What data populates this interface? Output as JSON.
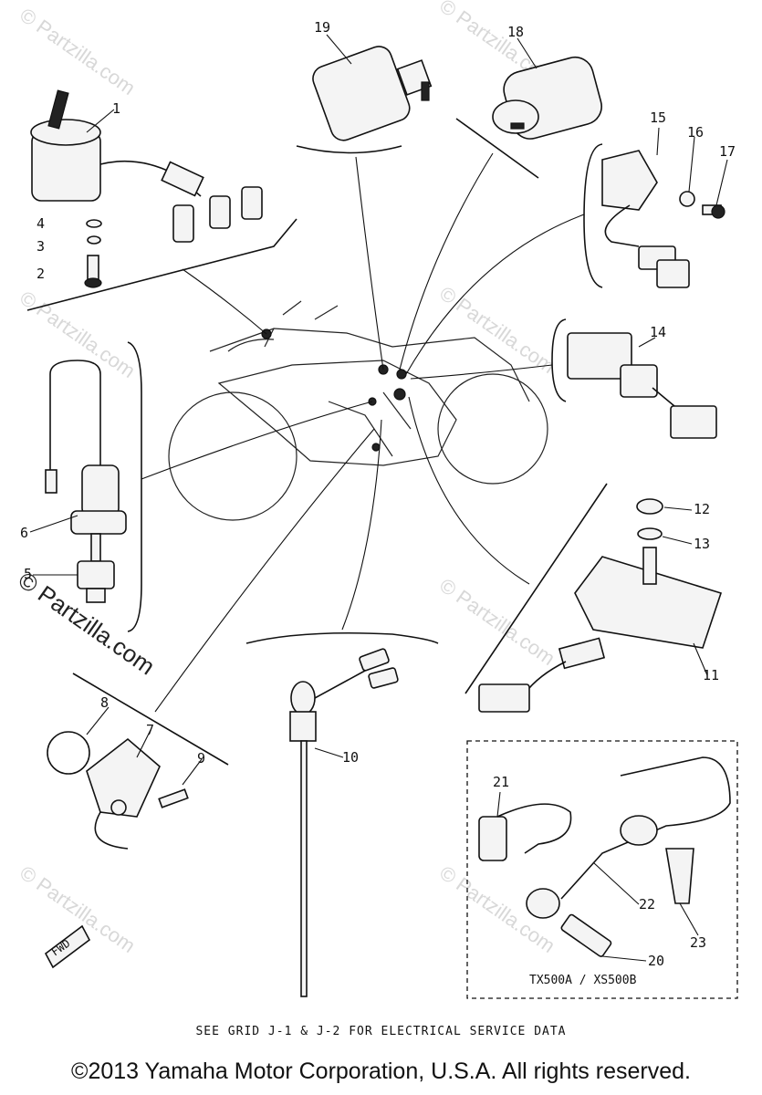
{
  "diagram": {
    "watermark": "© Partzilla.com",
    "watermark_side": "© Partzilla.com",
    "callouts": [
      "1",
      "2",
      "3",
      "4",
      "5",
      "6",
      "7",
      "8",
      "9",
      "10",
      "11",
      "12",
      "13",
      "14",
      "15",
      "16",
      "17",
      "18",
      "19",
      "20",
      "21",
      "22",
      "23"
    ],
    "variant_box_label": "TX500A / XS500B",
    "fwd_label": "FWD",
    "caption": "SEE GRID J-1 & J-2 FOR ELECTRICAL SERVICE DATA",
    "copyright": "©2013 Yamaha Motor Corporation, U.S.A. All rights reserved."
  }
}
